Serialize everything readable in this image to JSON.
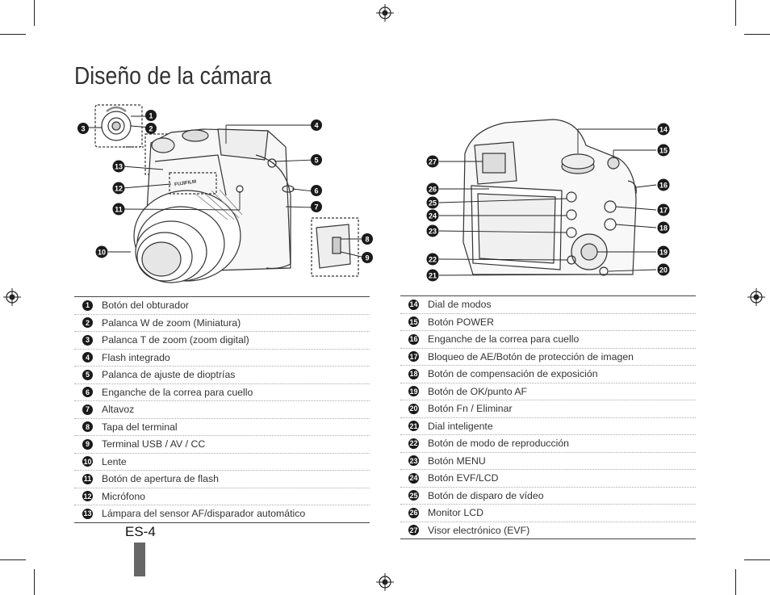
{
  "page": {
    "title": "Diseño de la cámara",
    "page_label": "ES-4"
  },
  "front_callouts": [
    "1",
    "2",
    "3",
    "4",
    "5",
    "6",
    "7",
    "8",
    "9",
    "10",
    "11",
    "12",
    "13"
  ],
  "rear_callouts": [
    "14",
    "15",
    "16",
    "17",
    "18",
    "19",
    "20",
    "21",
    "22",
    "23",
    "24",
    "25",
    "26",
    "27"
  ],
  "brand_mark": "FUJIFILM",
  "left_legend": [
    {
      "n": "1",
      "label": "Botón del obturador"
    },
    {
      "n": "2",
      "label": "Palanca W de zoom (Miniatura)"
    },
    {
      "n": "3",
      "label": "Palanca T de zoom (zoom digital)"
    },
    {
      "n": "4",
      "label": "Flash integrado"
    },
    {
      "n": "5",
      "label": "Palanca de ajuste de dioptrías"
    },
    {
      "n": "6",
      "label": "Enganche de la correa para cuello"
    },
    {
      "n": "7",
      "label": "Altavoz"
    },
    {
      "n": "8",
      "label": "Tapa del terminal"
    },
    {
      "n": "9",
      "label": "Terminal USB / AV / CC"
    },
    {
      "n": "10",
      "label": "Lente"
    },
    {
      "n": "11",
      "label": "Botón de apertura de flash"
    },
    {
      "n": "12",
      "label": "Micrófono"
    },
    {
      "n": "13",
      "label": "Lámpara del sensor AF/disparador automático"
    }
  ],
  "right_legend": [
    {
      "n": "14",
      "label": "Dial de modos"
    },
    {
      "n": "15",
      "label": "Botón POWER"
    },
    {
      "n": "16",
      "label": "Enganche de la correa para cuello"
    },
    {
      "n": "17",
      "label": "Bloqueo de AE/Botón de protección de imagen"
    },
    {
      "n": "18",
      "label": "Botón de compensación de exposición"
    },
    {
      "n": "19",
      "label": "Botón de OK/punto AF"
    },
    {
      "n": "20",
      "label": "Botón Fn / Eliminar"
    },
    {
      "n": "21",
      "label": "Dial inteligente"
    },
    {
      "n": "22",
      "label": "Botón de modo de reproducción"
    },
    {
      "n": "23",
      "label": "Botón MENU"
    },
    {
      "n": "24",
      "label": "Botón EVF/LCD"
    },
    {
      "n": "25",
      "label": "Botón de disparo de vídeo"
    },
    {
      "n": "26",
      "label": "Monitor LCD"
    },
    {
      "n": "27",
      "label": "Visor electrónico (EVF)"
    }
  ]
}
